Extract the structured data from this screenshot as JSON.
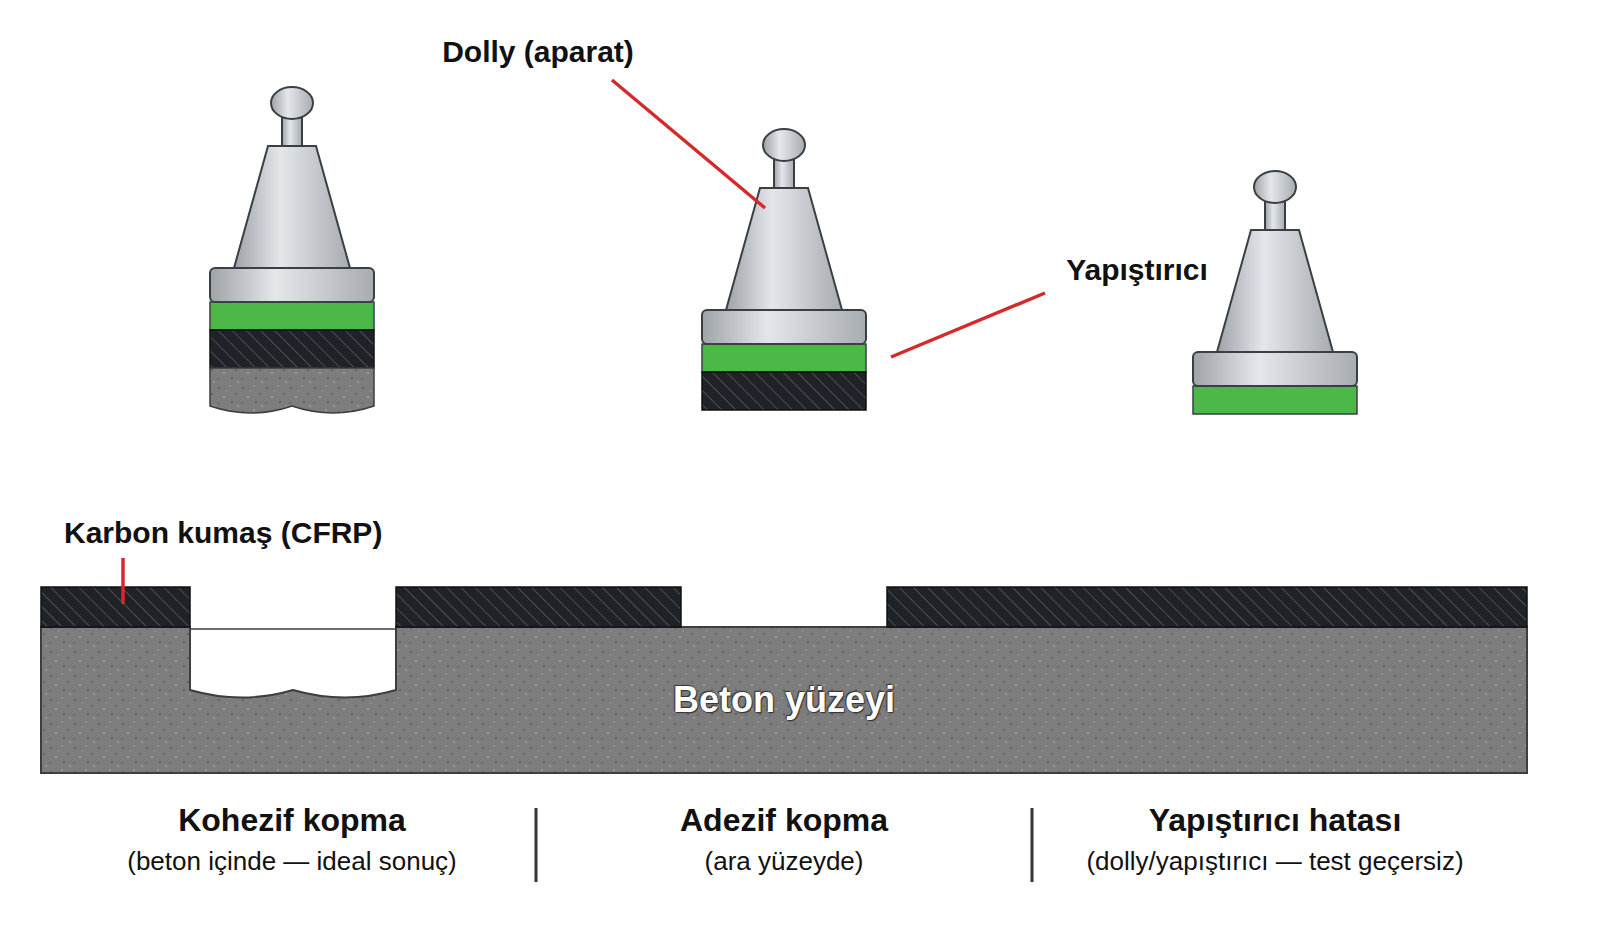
{
  "diagram": {
    "nodes": [
      {
        "text": [
          "Beton yüzeyi"
        ]
      }
    ],
    "labels": [
      "Dolly (aparat)",
      "Yapıştırıcı",
      "Karbon kumaş (CFRP)",
      "Kohezif kopma",
      "(beton içinde — ideal sonuç)",
      "Adezif kopma",
      "(ara yüzeyde)",
      "Yapıştırıcı hatası",
      "(dolly/yapıştırıcı — test geçersiz)"
    ]
  }
}
